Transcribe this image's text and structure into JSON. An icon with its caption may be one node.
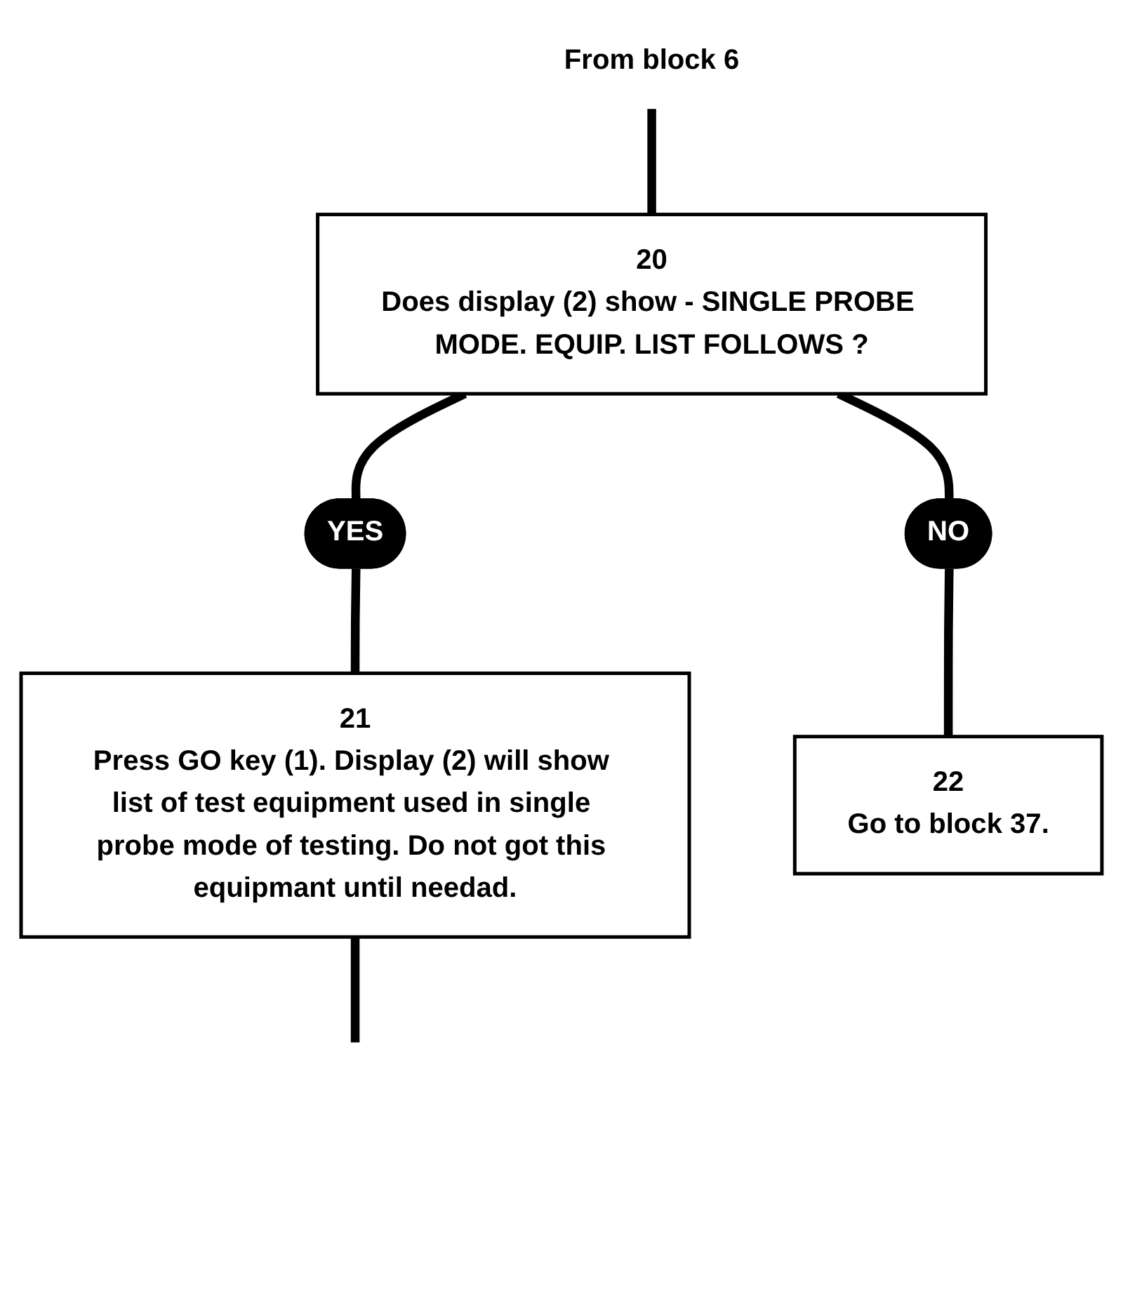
{
  "diagram": {
    "nodes": [
      {
        "text": [
          "From block 6"
        ]
      },
      {
        "text": [
          "20",
          "Does display (2) show - SINGLE PROBE MODE. EQUIP. LIST FOLLOWS ?"
        ]
      },
      {
        "text": [
          "YES"
        ]
      },
      {
        "text": [
          "NO"
        ]
      },
      {
        "text": [
          "21",
          "Press GO key (1). Display (2) will show list of test equipment used in single probe mode of testing. Do not got this equipmant until needad."
        ]
      },
      {
        "text": [
          "22",
          "Go to block 37."
        ]
      }
    ],
    "edges": [
      {
        "from": 0,
        "to": 1,
        "arrow": "none"
      },
      {
        "from": 1,
        "to": 2,
        "arrow": "none"
      },
      {
        "from": 1,
        "to": 3,
        "arrow": "none"
      },
      {
        "from": 2,
        "to": 4,
        "arrow": "none"
      },
      {
        "from": 3,
        "to": 5,
        "arrow": "none"
      },
      {
        "from": 4,
        "to": null,
        "arrow": "none"
      }
    ]
  }
}
